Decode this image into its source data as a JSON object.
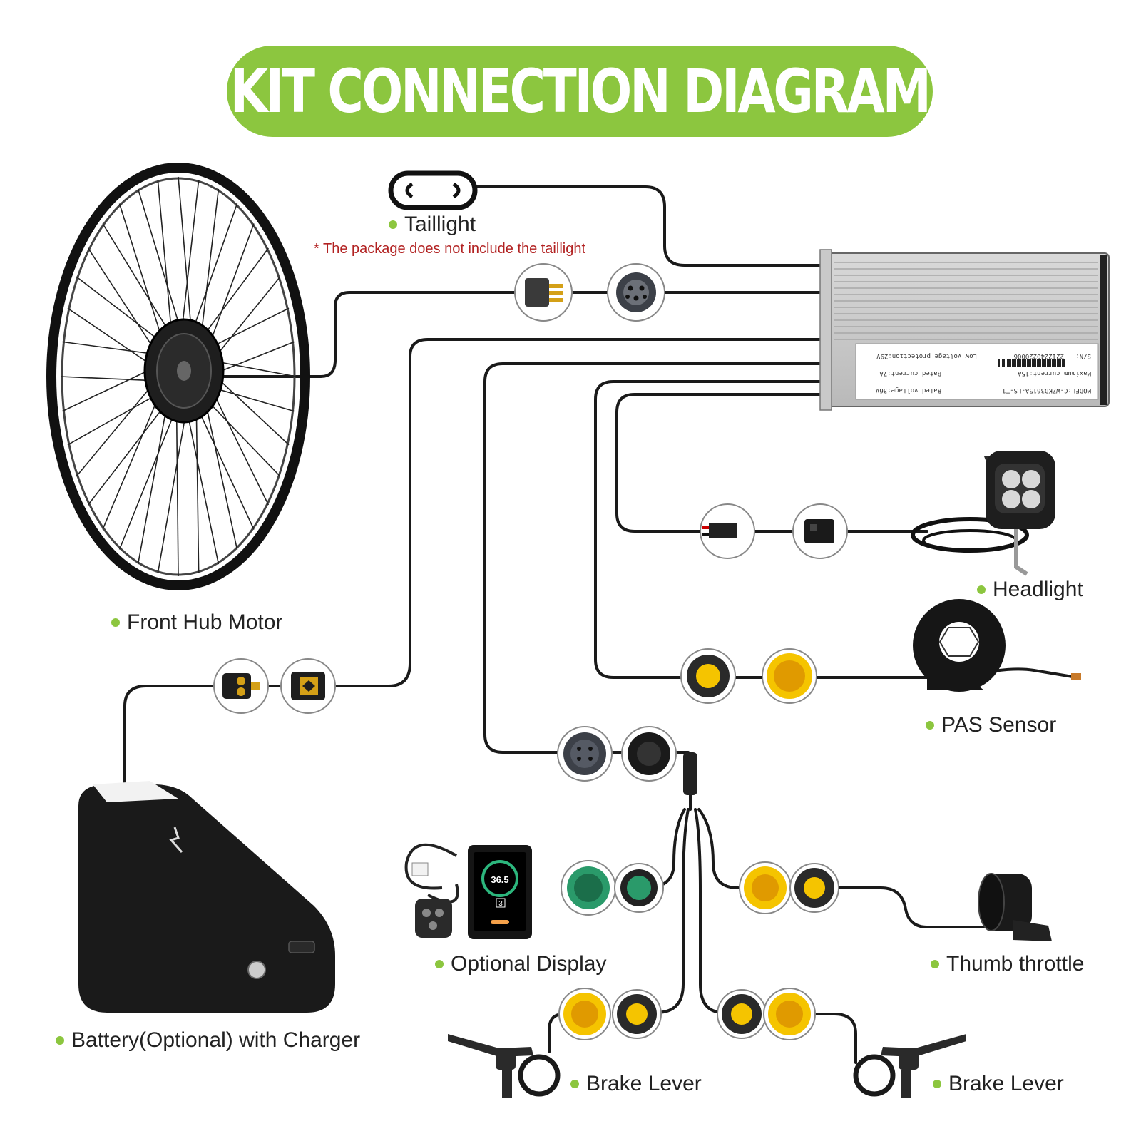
{
  "title": "KIT CONNECTION DIAGRAM",
  "components": {
    "taillight": "Taillight",
    "taillight_note": "* The package does not include the taillight",
    "front_hub_motor": "Front Hub Motor",
    "headlight": "Headlight",
    "pas_sensor": "PAS Sensor",
    "battery": "Battery(Optional) with Charger",
    "optional_display": "Optional Display",
    "thumb_throttle": "Thumb throttle",
    "brake_lever_left": "Brake Lever",
    "brake_lever_right": "Brake Lever"
  },
  "controller_label": {
    "line1": "MODEL:C-WZKD3615A-LS-T1",
    "line2": "Rated voltage:36V",
    "line3": "Maximum current:15A",
    "line4": "Rated current:7A",
    "line5": "Low voltage protection:29V",
    "line6": "S/N:",
    "serial": "2212240220006"
  },
  "display_screen": {
    "speed": "36.5",
    "gear": "3"
  },
  "colors": {
    "accent_green": "#8cc63f",
    "connector_yellow": "#f5c400",
    "connector_green": "#2a9a6a",
    "note_red": "#b22222",
    "cable_black": "#1a1a1a"
  }
}
